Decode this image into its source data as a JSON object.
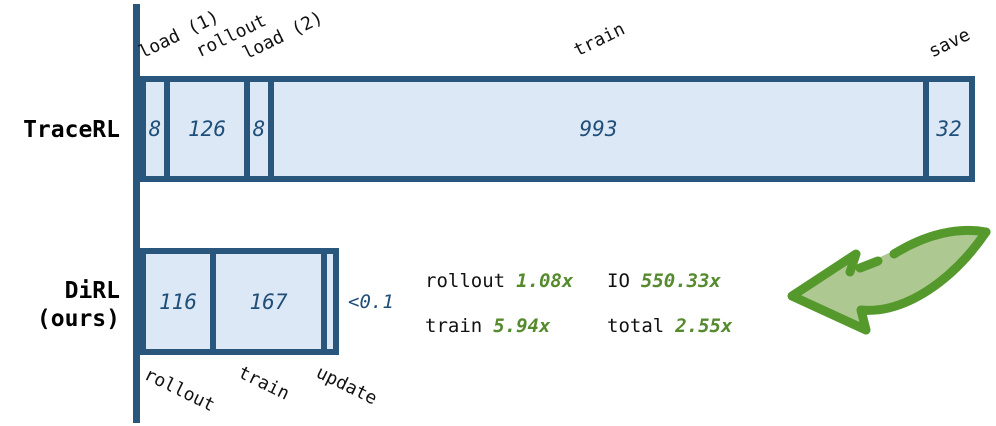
{
  "rows": {
    "tracerl": {
      "label": "TraceRL",
      "segments": [
        {
          "phase": "load (1)",
          "value": "8"
        },
        {
          "phase": "rollout",
          "value": "126"
        },
        {
          "phase": "load (2)",
          "value": "8"
        },
        {
          "phase": "train",
          "value": "993"
        },
        {
          "phase": "save",
          "value": "32"
        }
      ]
    },
    "dirl": {
      "label_line1": "DiRL",
      "label_line2": "(ours)",
      "segments": [
        {
          "phase": "rollout",
          "value": "116"
        },
        {
          "phase": "train",
          "value": "167"
        },
        {
          "phase": "update",
          "value": "<0.1"
        }
      ]
    }
  },
  "speedups": {
    "rollout_label": "rollout",
    "rollout_value": "1.08x",
    "io_label": "IO",
    "io_value": "550.33x",
    "train_label": "train",
    "train_value": "5.94x",
    "total_label": "total",
    "total_value": "2.55x"
  },
  "icons": {
    "arrow": "curved-left-arrow-icon"
  },
  "colors": {
    "bar_fill": "#dce8f5",
    "bar_border": "#28567d",
    "segment_number_text": "#1f4e79",
    "label_text": "#111111",
    "speedup_green": "#568a2f",
    "arrow_fill": "#aec892",
    "arrow_stroke": "#55992d"
  },
  "chart_data": {
    "type": "bar",
    "orientation": "horizontal_stacked",
    "categories": [
      "TraceRL",
      "DiRL (ours)"
    ],
    "series": [
      {
        "name": "TraceRL",
        "segments": [
          {
            "label": "load (1)",
            "value": 8
          },
          {
            "label": "rollout",
            "value": 126
          },
          {
            "label": "load (2)",
            "value": 8
          },
          {
            "label": "train",
            "value": 993
          },
          {
            "label": "save",
            "value": 32
          }
        ]
      },
      {
        "name": "DiRL (ours)",
        "segments": [
          {
            "label": "rollout",
            "value": 116
          },
          {
            "label": "train",
            "value": 167
          },
          {
            "label": "update",
            "value": "<0.1"
          }
        ]
      }
    ],
    "annotations": [
      "rollout 1.08x",
      "IO 550.33x",
      "train 5.94x",
      "total 2.55x"
    ],
    "legend_position": "none",
    "grid": false
  }
}
